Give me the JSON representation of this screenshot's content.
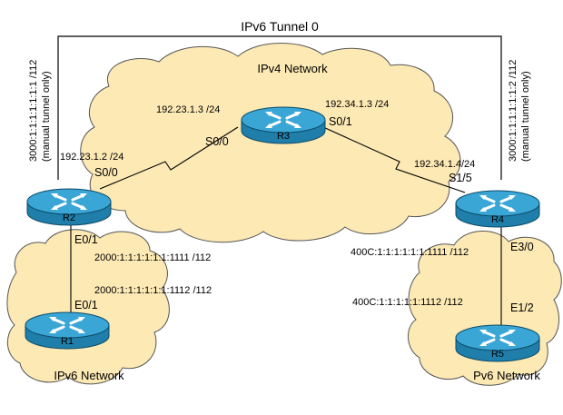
{
  "tunnel": {
    "title": "IPv6 Tunnel 0",
    "left_label": "3000:1:1:1:1:1:1:1 /112",
    "left_sub": "(manual tunnel only)",
    "right_label": "3000:1:1:1:1:1:1:2 /112",
    "right_sub": "(manual tunnel only)"
  },
  "clouds": {
    "ipv4": "IPv4 Network",
    "ipv6_left": "IPv6 Network",
    "ipv6_right": "Pv6 Network"
  },
  "routers": {
    "r1": "R1",
    "r2": "R2",
    "r3": "R3",
    "r4": "R4",
    "r5": "R5"
  },
  "labels": {
    "r3_s00_ip": "192.23.1.3 /24",
    "r3_s00_if": "S0/0",
    "r3_s01_ip": "192.34.1.3 /24",
    "r3_s01_if": "S0/1",
    "r2_s00_ip": "192.23.1.2 /24",
    "r2_s00_if": "S0/0",
    "r4_s15_ip": "192.34.1.4/24",
    "r4_s15_if": "S1/5",
    "r2_e01_if": "E0/1",
    "r2_e01_ip": "2000:1:1:1:1:1:1:1111 /112",
    "r1_e01_ip": "2000:1:1:1:1:1:1:1112 /112",
    "r1_e01_if": "E0/1",
    "r4_e30_ip": "400C:1:1:1:1:1:1:1111 /112",
    "r4_e30_if": "E3/0",
    "r5_e12_ip": "400C:1:1:1:1:1:1112 /112",
    "r5_e12_if": "E1/2"
  },
  "colors": {
    "cloud_fill": "#fde9b4",
    "router_top": "#3aa6d6",
    "router_side": "#1f7eaa"
  }
}
